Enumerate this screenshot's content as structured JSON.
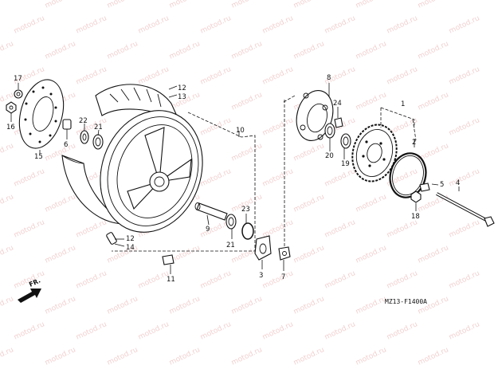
{
  "diagram": {
    "code": "MZ13-F1400A",
    "direction_label": "FR.",
    "watermark": "motod.ru",
    "callouts": {
      "c1": "1",
      "c2": "2",
      "c3": "3",
      "c4": "4",
      "c5": "5",
      "c6": "6",
      "c7": "7",
      "c8": "8",
      "c9": "9",
      "c10": "10",
      "c11": "11",
      "c12a": "12",
      "c13": "13",
      "c12b": "12",
      "c14": "14",
      "c15": "15",
      "c16": "16",
      "c17": "17",
      "c18": "18",
      "c19": "19",
      "c20": "20",
      "c21a": "21",
      "c21b": "21",
      "c22": "22",
      "c23": "23",
      "c24": "24"
    }
  }
}
